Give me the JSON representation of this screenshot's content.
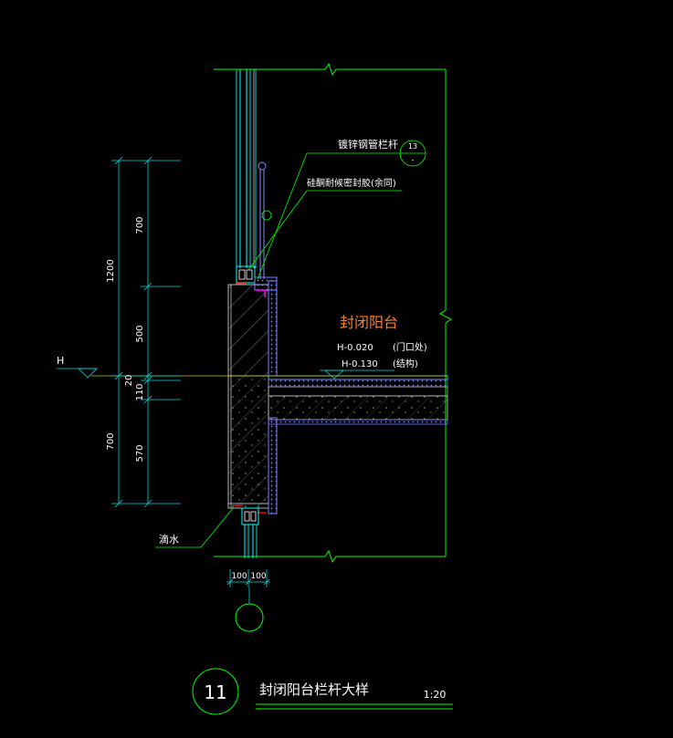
{
  "labels": {
    "rail_callout": "镀锌钢管栏杆",
    "rail_ref_top": "13",
    "rail_ref_bottom": "-",
    "sealant_callout": "硅酮耐候密封胶(余同)",
    "room_name": "封闭阳台",
    "level_1_value": "H-0.020",
    "level_1_note": "(门口处)",
    "level_2_value": "H-0.130",
    "level_2_note": "(结构)",
    "level_h": "H",
    "drip_label": "滴水",
    "detail_number": "11",
    "detail_title": "封闭阳台栏杆大样",
    "scale": "1:20"
  },
  "dimensions": {
    "vertical_outer": [
      "1200",
      "700"
    ],
    "vertical_inner": [
      "700",
      "500",
      "20",
      "110",
      "570"
    ],
    "horizontal": [
      "100",
      "100"
    ]
  },
  "colors": {
    "background": "#000000",
    "break_line": "#00ff00",
    "dimension": "#00d7d7",
    "callout": "#00ff00",
    "title_text": "#ffffff",
    "room_name": "#ff7f27",
    "hatch": "#b5b5b5",
    "insulation": "#7f7fff",
    "rail": "#8a8aff",
    "waterproof": "#ff0000",
    "glass": "#00ffff"
  }
}
